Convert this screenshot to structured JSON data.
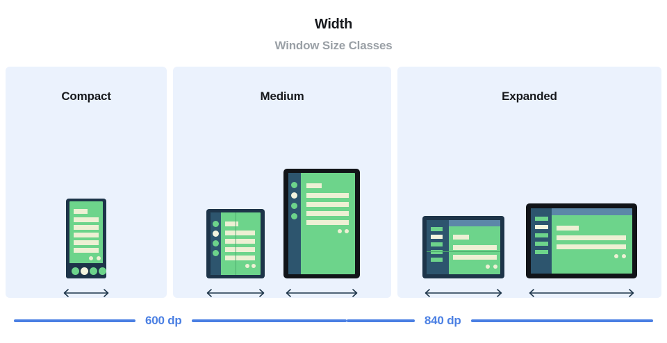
{
  "header": {
    "title": "Width",
    "subtitle": "Window Size Classes"
  },
  "colors": {
    "panel_background": "#ebf2fd",
    "page_background": "#ffffff",
    "title_text": "#16181c",
    "subtitle_text": "#9aa0a6",
    "scale_accent": "#4a7fe3",
    "device_bezel_navy": "#1d3449",
    "device_bezel_black": "#111418",
    "screen_green": "#6dd48b",
    "sidebar_slate": "#2d556e",
    "content_cream": "#eef0d4",
    "topbar_blue": "#5c87a8",
    "arrow_stroke": "#1d3449"
  },
  "panels": [
    {
      "id": "compact",
      "label": "Compact",
      "devices": [
        {
          "id": "phone",
          "name": "phone-portrait",
          "arrow_label": "width-arrow"
        }
      ]
    },
    {
      "id": "medium",
      "label": "Medium",
      "devices": [
        {
          "id": "foldable-folded",
          "name": "foldable-portrait-folded",
          "arrow_label": "width-arrow"
        },
        {
          "id": "tablet-portrait",
          "name": "tablet-portrait",
          "arrow_label": "width-arrow"
        }
      ]
    },
    {
      "id": "expanded",
      "label": "Expanded",
      "devices": [
        {
          "id": "foldable-unfolded",
          "name": "foldable-landscape-unfolded",
          "arrow_label": "width-arrow"
        },
        {
          "id": "tablet-landscape",
          "name": "tablet-landscape",
          "arrow_label": "width-arrow"
        }
      ]
    }
  ],
  "scale": {
    "breakpoints": [
      {
        "id": "bp-600",
        "value": "600 dp"
      },
      {
        "id": "bp-840",
        "value": "840 dp"
      }
    ]
  },
  "icons": {
    "double_arrow": "double-headed-arrow-icon"
  }
}
